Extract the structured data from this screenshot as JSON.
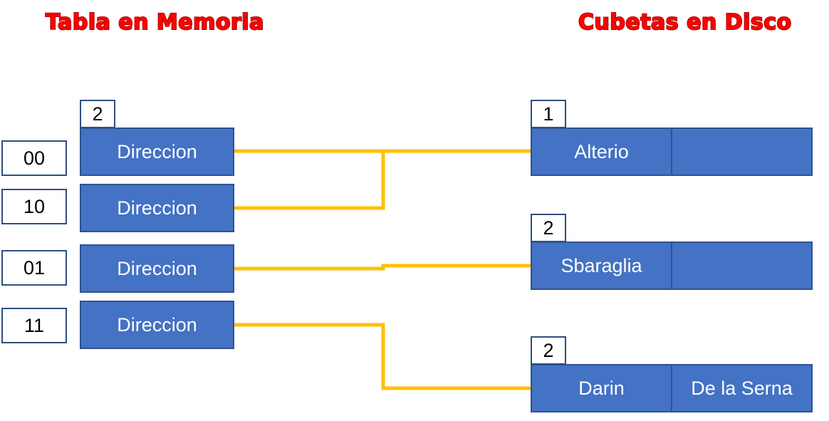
{
  "titles": {
    "memory_table": "Tabla en Memoria",
    "disk_buckets": "Cubetas en Disco"
  },
  "memory_table": {
    "global_depth": "2",
    "rows": [
      {
        "key": "00",
        "label": "Direccion"
      },
      {
        "key": "10",
        "label": "Direccion"
      },
      {
        "key": "01",
        "label": "Direccion"
      },
      {
        "key": "11",
        "label": "Direccion"
      }
    ]
  },
  "buckets": [
    {
      "local_depth": "1",
      "slots": [
        "Alterio",
        ""
      ]
    },
    {
      "local_depth": "2",
      "slots": [
        "Sbaraglia",
        ""
      ]
    },
    {
      "local_depth": "2",
      "slots": [
        "Darin",
        "De la Serna"
      ]
    }
  ],
  "connections": [
    {
      "from_key": "00",
      "to_bucket": 1
    },
    {
      "from_key": "10",
      "to_bucket": 1
    },
    {
      "from_key": "01",
      "to_bucket": 2
    },
    {
      "from_key": "11",
      "to_bucket": 3
    }
  ],
  "colors": {
    "title": "#ff0000",
    "box_fill": "#4472c4",
    "box_border": "#2f528f",
    "connector": "#ffc000"
  }
}
